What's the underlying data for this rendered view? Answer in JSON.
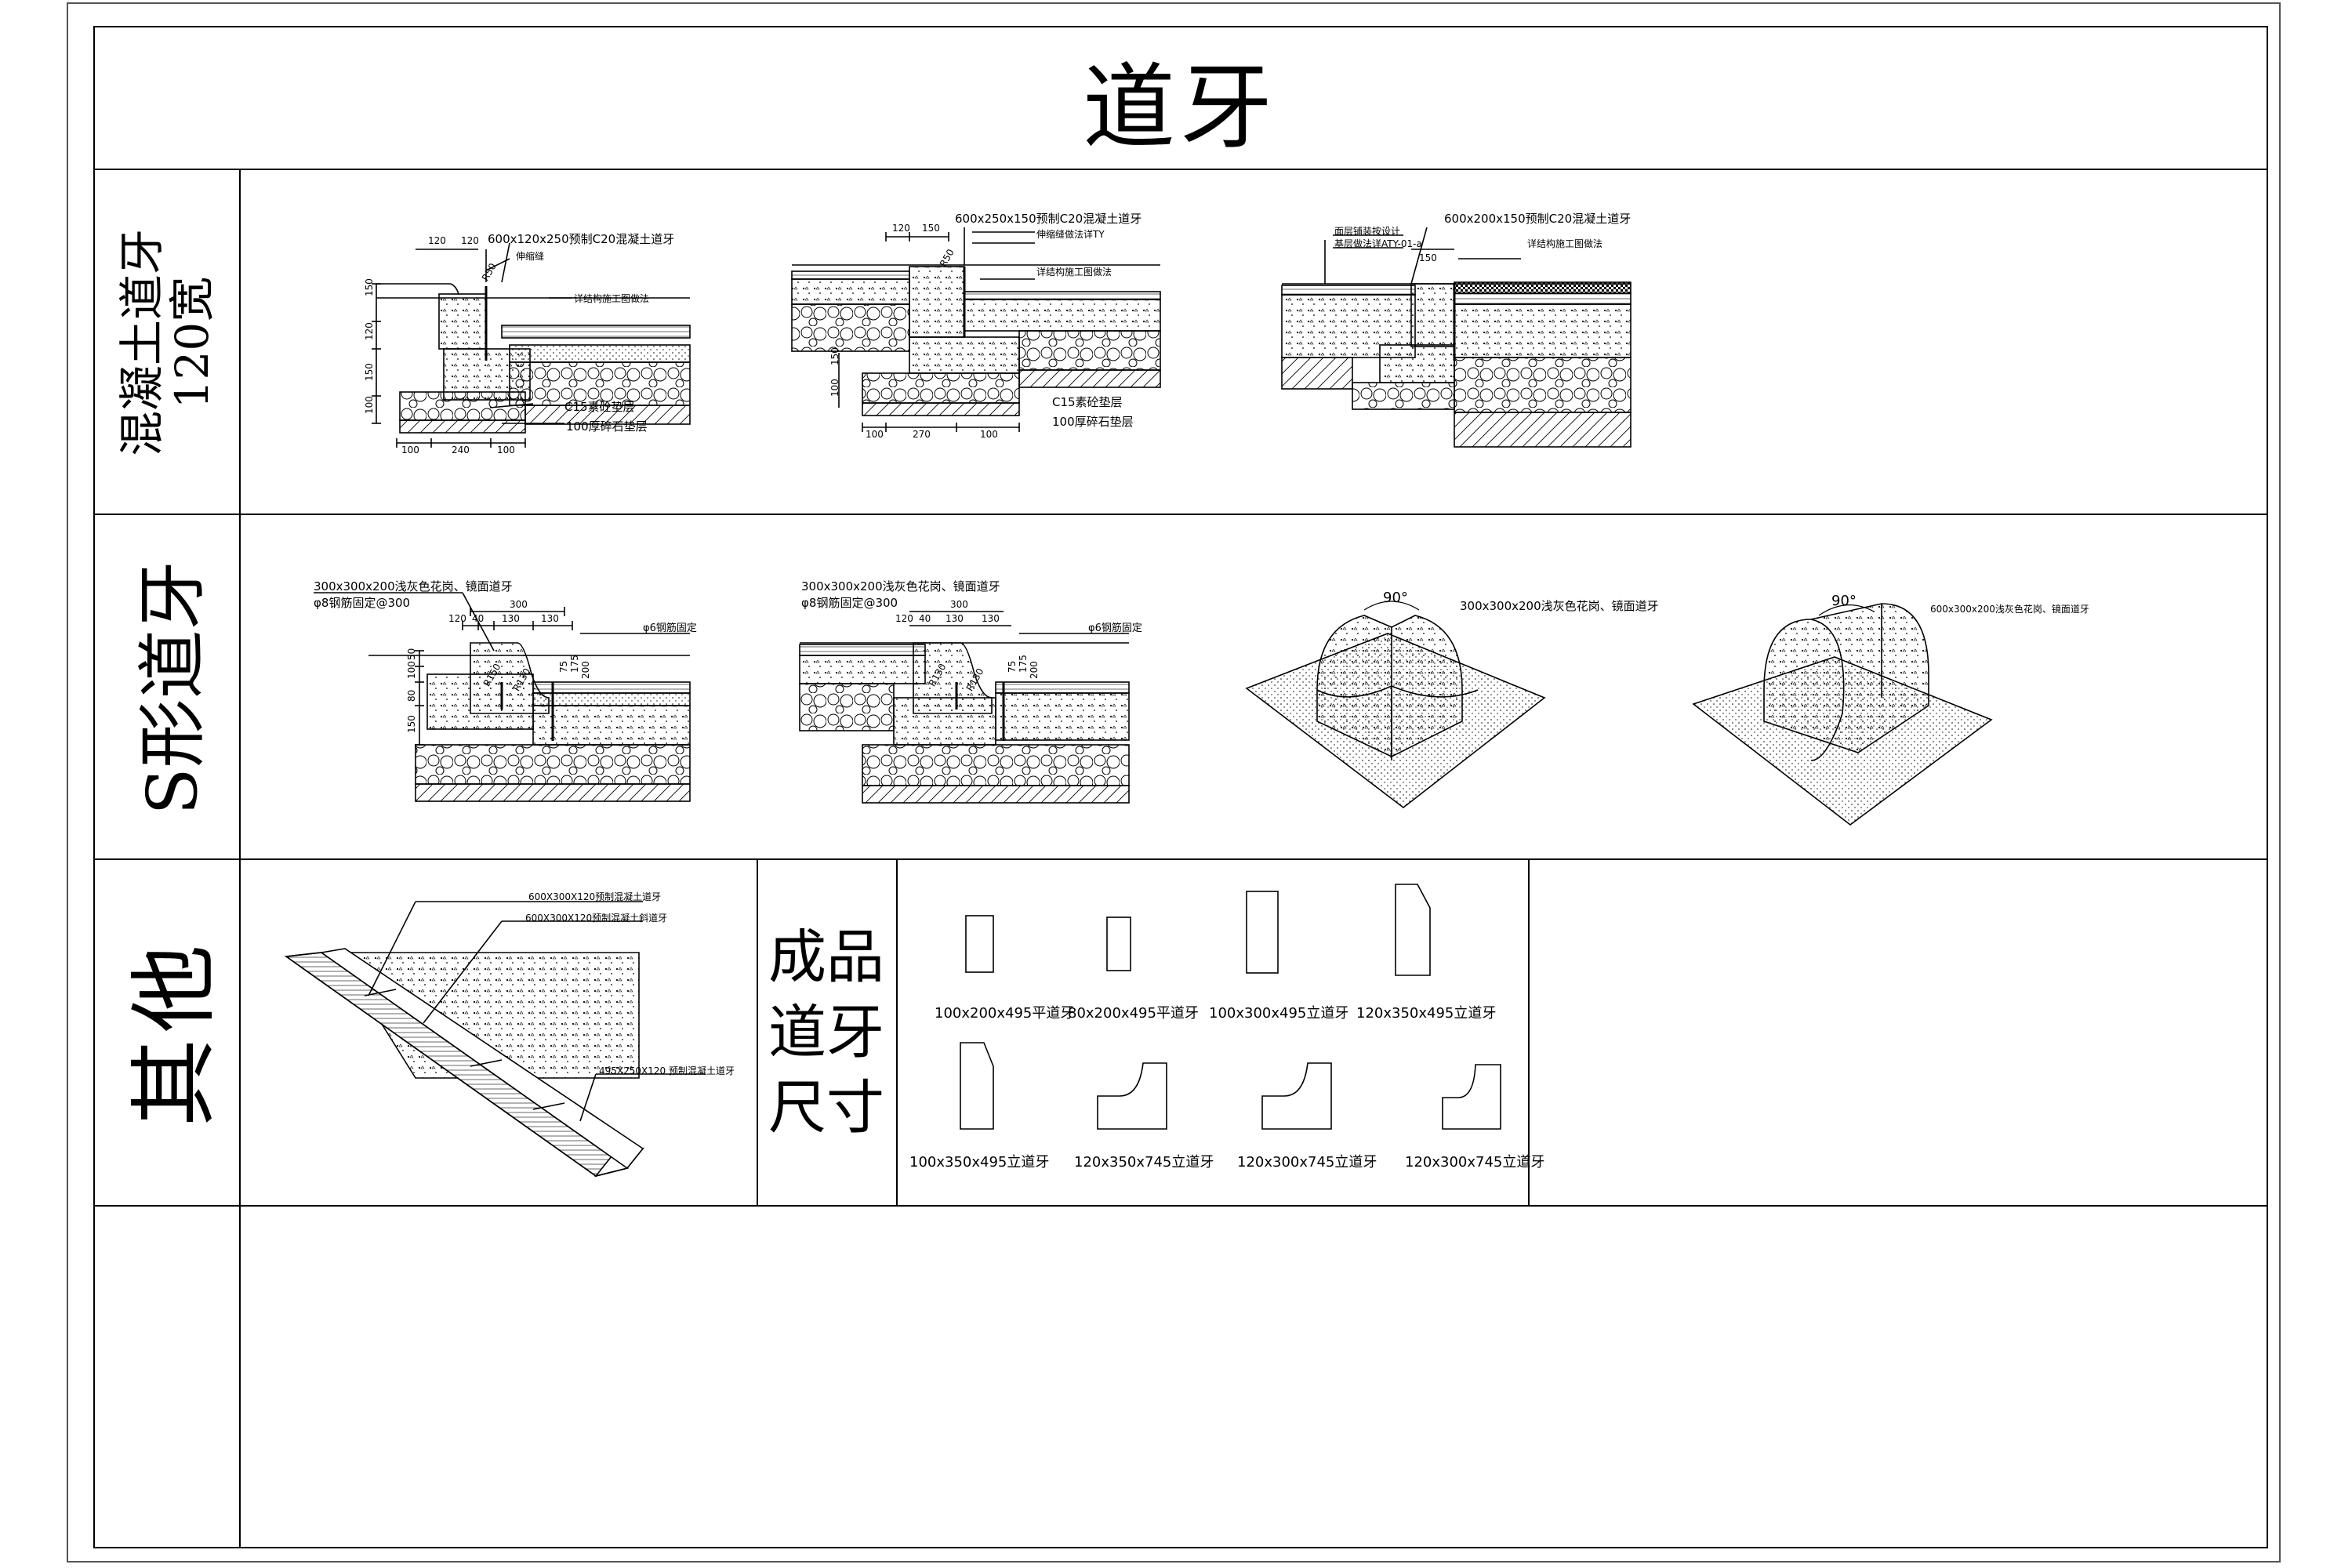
{
  "title": "道牙",
  "rows": [
    {
      "label_line1": "混凝土道牙",
      "label_line2": "120宽"
    },
    {
      "label": "S形道牙"
    },
    {
      "label": "其他"
    }
  ],
  "product_label": [
    "成品",
    "道牙",
    "尺寸"
  ],
  "detail1": {
    "callout_main": "600x120x250预制C20混凝土道牙",
    "callout_joint": "伸缩缝",
    "callout_paving": "详结构施工图做法",
    "callout_c15": "C15素砼垫层",
    "callout_gravel": "100厚碎石垫层",
    "dims_top": [
      "120",
      "120"
    ],
    "dims_left": [
      "150",
      "120",
      "150",
      "100"
    ],
    "dims_bottom": [
      "100",
      "240",
      "100"
    ],
    "radius": "R50"
  },
  "detail2": {
    "callout_main": "600x250x150预制C20混凝土道牙",
    "callout_joint": "伸缩缝做法详TY",
    "callout_paving": "详结构施工图做法",
    "callout_c15": "C15素砼垫层",
    "callout_gravel": "100厚碎石垫层",
    "dims_top": [
      "120",
      "150"
    ],
    "dims_left": [
      "150",
      "100"
    ],
    "dims_bottom": [
      "100",
      "270",
      "100"
    ],
    "radius": "R50"
  },
  "detail3": {
    "callout_main": "600x200x150预制C20混凝土道牙",
    "callout_a": "面层铺装按设计",
    "callout_b": "基层做法详ATY-01-a",
    "callout_paving": "详结构施工图做法",
    "dims_top": [
      "150"
    ]
  },
  "sdetail1": {
    "callout_main": "300x300x200浅灰色花岗、镜面道牙",
    "callout_anchor": "φ8钢筋固定@300",
    "callout_rebar": "φ6钢筋固定",
    "dims_top": [
      "300",
      "120",
      "40",
      "130",
      "130"
    ],
    "dims_left": [
      "50",
      "100",
      "80",
      "150"
    ],
    "dims_right": [
      "75",
      "175",
      "200"
    ],
    "radius1": "R150",
    "radius2": "R130"
  },
  "sdetail2": {
    "callout_main": "300x300x200浅灰色花岗、镜面道牙",
    "callout_anchor": "φ8钢筋固定@300",
    "callout_rebar": "φ6钢筋固定",
    "dims_top": [
      "300",
      "120",
      "40",
      "130",
      "130"
    ],
    "dims_right": [
      "75",
      "175",
      "200"
    ],
    "radius1": "R130",
    "radius2": "R130"
  },
  "iso1": {
    "angle": "90°",
    "callout": "300x300x200浅灰色花岗、镜面道牙"
  },
  "iso2": {
    "angle": "90°",
    "callout": "600x300x200浅灰色花岗、镜面道牙"
  },
  "other": {
    "callout1": "600X300X120预制混凝土道牙",
    "callout2": "600X300X120预制混凝土斜道牙",
    "callout3": "495X250X120 预制混凝土道牙"
  },
  "products": [
    {
      "caption": "100x200x495平道牙"
    },
    {
      "caption": "80x200x495平道牙"
    },
    {
      "caption": "100x300x495立道牙"
    },
    {
      "caption": "120x350x495立道牙"
    },
    {
      "caption": "100x350x495立道牙"
    },
    {
      "caption": "120x350x745立道牙"
    },
    {
      "caption": "120x300x745立道牙"
    },
    {
      "caption": "120x300x745立道牙"
    }
  ]
}
